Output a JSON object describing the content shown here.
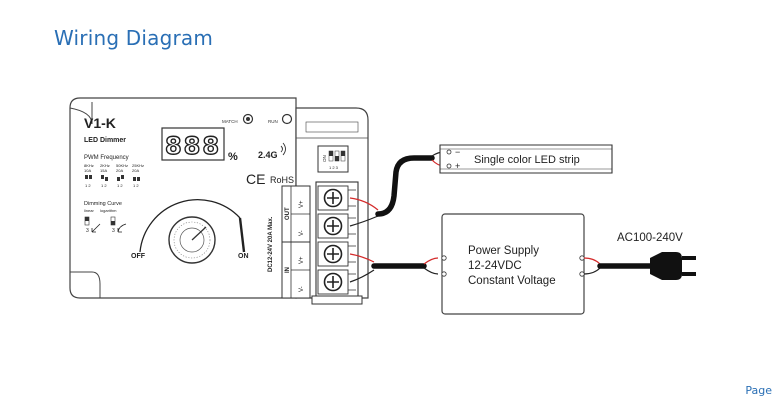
{
  "page": {
    "title": "Wiring Diagram",
    "footer": "Page"
  },
  "dimmer": {
    "model": "V1-K",
    "subtitle": "LED Dimmer",
    "display_digits": "888",
    "percent_sign": "%",
    "match_label": "MATCH",
    "run_label": "RUN",
    "wireless_label": "2.4G",
    "cert_ce": "CE",
    "cert_rohs": "RoHS",
    "pwm_title": "PWM Frequency",
    "pwm_options": [
      {
        "freq": "8KHz",
        "current": "10A",
        "switch": "1 2"
      },
      {
        "freq": "2KHz",
        "current": "15A",
        "switch": "1 2"
      },
      {
        "freq": "50KHz",
        "current": "20A",
        "switch": "1 2"
      },
      {
        "freq": "25KHz",
        "current": "20A",
        "switch": "1 2"
      }
    ],
    "curve_title": "Dimming Curve",
    "curve_linear": "linear",
    "curve_log": "logarithm",
    "curve_num_a": "3",
    "curve_num_b": "3",
    "knob_off": "OFF",
    "knob_on": "ON",
    "terminal_rating": "DC12-24V 20A Max.",
    "out_label": "OUT",
    "in_label": "IN",
    "v_plus": "V+",
    "v_minus": "V-",
    "dip_on": "ON",
    "dip_nums": "1 2 3"
  },
  "led_strip": {
    "label": "Single color LED strip",
    "minus": "−",
    "plus": "+"
  },
  "power_supply": {
    "line1": "Power Supply",
    "line2": "12-24VDC",
    "line3": "Constant Voltage"
  },
  "ac_input": {
    "label": "AC100-240V"
  },
  "colors": {
    "title": "#2a6fb5",
    "outline": "#444444",
    "wire_red": "#d42a2a",
    "wire_black": "#222222"
  }
}
